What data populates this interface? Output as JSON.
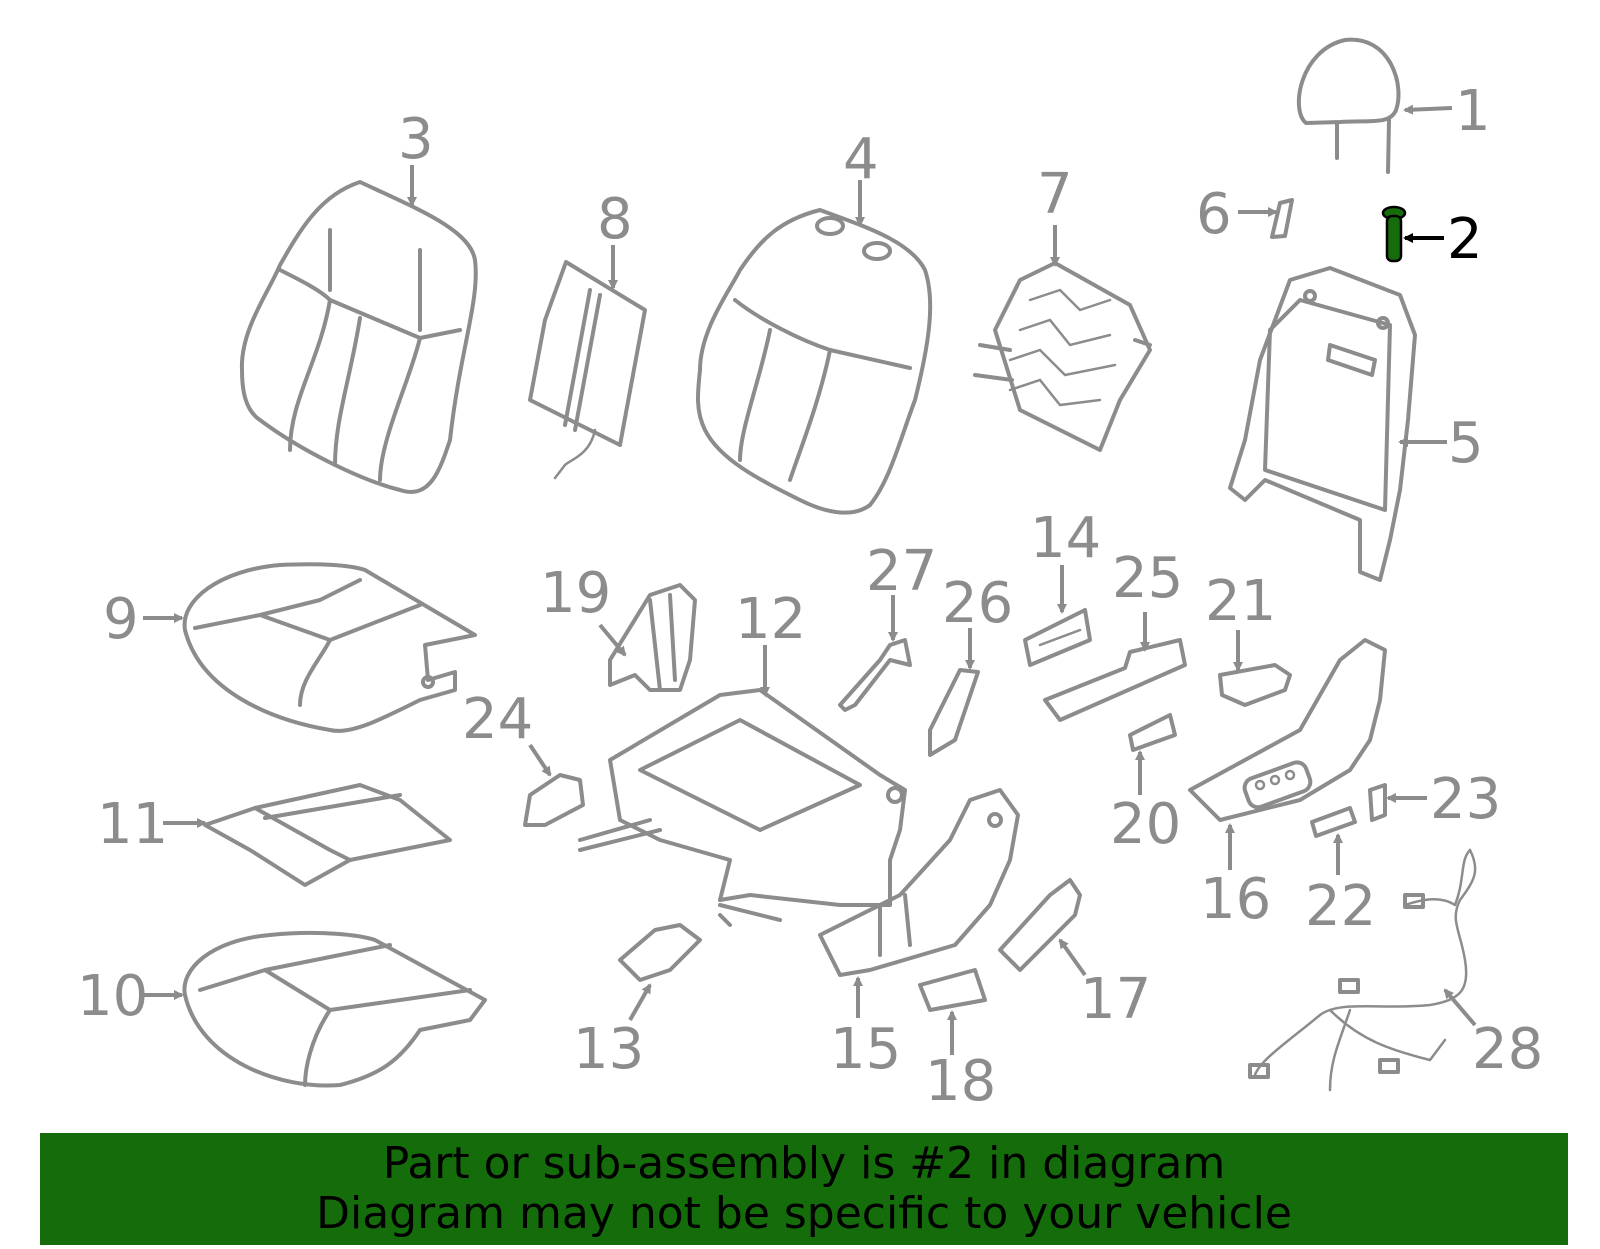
{
  "diagram": {
    "title": "",
    "highlight_color": "#156c0b",
    "line_color": "#8c8c8c",
    "callouts": [
      "1",
      "2",
      "3",
      "4",
      "5",
      "6",
      "7",
      "8",
      "9",
      "10",
      "11",
      "12",
      "13",
      "14",
      "15",
      "16",
      "17",
      "18",
      "19",
      "20",
      "21",
      "22",
      "23",
      "24",
      "25",
      "26",
      "27",
      "28"
    ],
    "highlighted_callout": "2"
  },
  "banner": {
    "line1": "Part or sub-assembly is #2 in diagram",
    "line2": "Diagram may not be specific to your vehicle",
    "background": "#156c0b"
  }
}
